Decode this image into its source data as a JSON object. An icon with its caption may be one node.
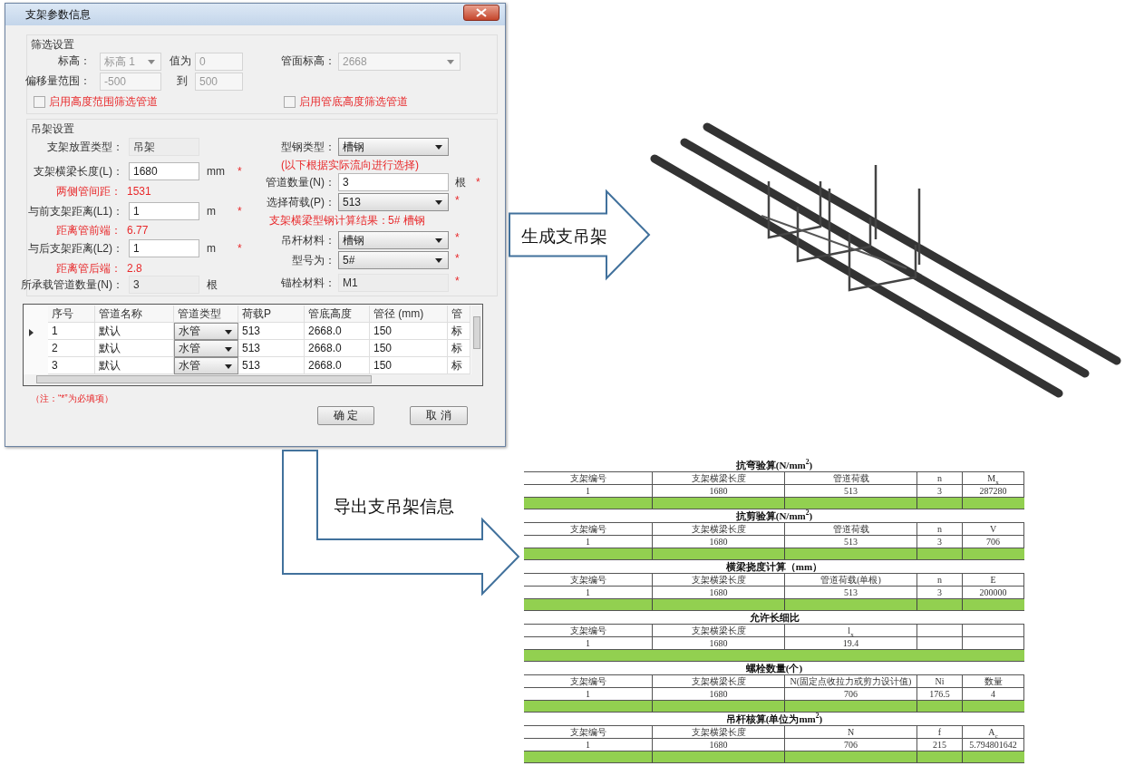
{
  "diagram": {
    "nodes": [
      {
        "text": [
          "支架参数信息"
        ]
      },
      {
        "text": [
          "筛选设置"
        ],
        "in": 0
      },
      {
        "text": [
          "吊架设置"
        ],
        "in": 0
      },
      {
        "text": [],
        "shape": "picture"
      },
      {
        "text": [
          "抗弯验算(N/mm$^{2}$)"
        ]
      },
      {
        "text": [
          "抗剪验算(N/mm$^{2}$)"
        ]
      },
      {
        "text": [
          "横梁挠度计算（mm）"
        ]
      },
      {
        "text": [
          "允许长细比"
        ]
      },
      {
        "text": [
          "螺栓数量(个)"
        ]
      },
      {
        "text": [
          "吊杆核算(单位为mm$^{2}$)"
        ]
      }
    ],
    "edges": [
      {
        "from": 0,
        "to": 3,
        "arrow": "to",
        "label": "生成支吊架"
      },
      {
        "from": 0,
        "to": 5,
        "arrow": "to",
        "label": "导出支吊架信息"
      }
    ],
    "labels": [
      "标高：",
      "标高 1",
      "值为",
      "0",
      "管面标高：",
      "2668",
      "偏移量范围：",
      "-500",
      "到",
      "500",
      "启用高度范围筛选管道",
      "启用管底高度筛选管道",
      "支架放置类型：",
      "吊架",
      "型钢类型：",
      "槽钢",
      "支架横梁长度(L)：",
      "1680",
      "mm",
      "*",
      "(以下根据实际流向进行选择)",
      "两侧管间距：",
      "1531",
      "管道数量(N)：",
      "3",
      "根",
      "*",
      "选择荷载(P)：",
      "513",
      "*",
      "与前支架距离(L1)：",
      "1",
      "m",
      "*",
      "支架横梁型钢计算结果：",
      "5# 槽钢",
      "距离管前端：",
      "6.77",
      "吊杆材料：",
      "槽钢",
      "*",
      "与后支架距离(L2)：",
      "1",
      "m",
      "*",
      "型号为：",
      "5#",
      "*",
      "距离管后端：",
      "2.8",
      "锚栓材料：",
      "M1",
      "*",
      "所承载管道数量(N)：",
      "3",
      "根",
      "序号",
      "管道名称",
      "管道类型",
      "荷载P",
      "管底高度",
      "管径 (mm)",
      "管",
      "1",
      "默认",
      "水管",
      "513",
      "2668.0",
      "150",
      "标",
      "2",
      "默认",
      "水管",
      "513",
      "2668.0",
      "150",
      "标",
      "3",
      "默认",
      "水管",
      "513",
      "2668.0",
      "150",
      "标",
      "（注：“*”为必填项）",
      "确 定",
      "取 消",
      "支架编号",
      "支架横梁长度",
      "管道荷载",
      "n",
      "M$_{x}$",
      "1",
      "1680",
      "513",
      "3",
      "287280",
      "支架编号",
      "支架横梁长度",
      "管道荷载",
      "n",
      "V",
      "1",
      "1680",
      "513",
      "3",
      "706",
      "支架编号",
      "支架横梁长度",
      "管道荷载(单根)",
      "n",
      "E",
      "1",
      "1680",
      "513",
      "3",
      "200000",
      "支架编号",
      "支架横梁长度",
      "l$_{x}$",
      "1",
      "1680",
      "19.4",
      "支架编号",
      "支架横梁长度",
      "N(固定点收拉力或剪力设计值)",
      "Ni",
      "数量",
      "1",
      "1680",
      "706",
      "176.5",
      "4",
      "支架编号",
      "支架横梁长度",
      "N",
      "f",
      "A$_{c}$",
      "1",
      "1680",
      "706",
      "215",
      "5.794801642"
    ]
  }
}
